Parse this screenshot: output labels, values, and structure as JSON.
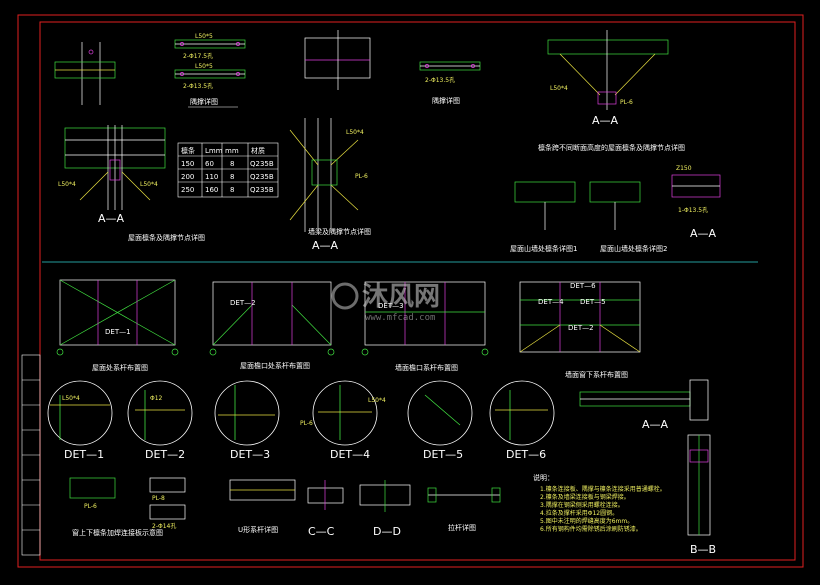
{
  "watermark": {
    "brand": "沐风网",
    "url": "www.mfcad.com"
  },
  "top_row": {
    "spacer_title": "隅撑详图",
    "spacer_labels": [
      "L50*5",
      "2-Φ17.5孔",
      "L50*5",
      "2-Φ13.5孔"
    ],
    "roof_purlin_title": "屋面檩条及隅撑节点详图",
    "roof_purlin_section": "A—A",
    "table": {
      "headers": [
        "檩条",
        "Lmm",
        "mm",
        "材质"
      ],
      "rows": [
        [
          "150",
          "60",
          "8",
          "Q235B"
        ],
        [
          "200",
          "110",
          "8",
          "Q235B"
        ],
        [
          "250",
          "160",
          "8",
          "Q235B"
        ]
      ]
    },
    "wall_title": "墙梁及隅撑节点详图",
    "wall_section": "A—A",
    "wall_labels": [
      "L50*4",
      "PL-6"
    ],
    "brace_title": "隅撑详图",
    "brace_label": "2-Φ13.5孔",
    "ridge_title": "檩条跨不同断面高度的屋面檩条及隅撑节点详图",
    "ridge_section": "A—A",
    "ridge_labels": [
      "L50*4",
      "PL-6"
    ],
    "gable1_title": "屋面山墙处檩条详图1",
    "gable2_title": "屋面山墙处檩条详图2",
    "gable_section": "A—A",
    "gable_labels": [
      "Z150",
      "1-Φ13.5孔"
    ]
  },
  "middle_row": {
    "plan1_title": "屋面处系杆布置图",
    "plan1_label": "DET—1",
    "plan2_title": "屋面檐口处系杆布置图",
    "plan2_label": "DET—2",
    "plan3_title": "墙面檐口系杆布置图",
    "plan3_label": "DET—3",
    "plan4_title": "墙面窗下系杆布置图",
    "plan4_labels": [
      "DET—6",
      "DET—4",
      "DET—5",
      "DET—2"
    ]
  },
  "details": {
    "labels": [
      "DET—1",
      "DET—2",
      "DET—3",
      "DET—4",
      "DET—5",
      "DET—6"
    ],
    "section_a": "A—A",
    "notes": [
      "L50*4",
      "Φ12",
      "PL-6",
      "L50*4"
    ]
  },
  "bottom_row": {
    "window_title": "窗上下檩条加焊连接板示意图",
    "window_labels": [
      "PL-6",
      "PL-8",
      "2-Φ14孔"
    ],
    "u_tie_title": "U形系杆详图",
    "cc_label": "C—C",
    "dd_label": "D—D",
    "tie_rod_title": "拉杆详图",
    "bb_label": "B—B",
    "notes_heading": "说明：",
    "notes_lines": [
      "1.檩条连接板、隅撑与檩条连接采用普通螺栓。",
      "2.檩条及墙梁连接板与钢梁焊接。",
      "3.隅撑在钢梁侧采用螺栓连接。",
      "4.拉条及撑杆采用Φ12圆钢。",
      "5.图中未注明的焊缝高度为6mm。",
      "6.所有钢构件均需除锈后涂刷防锈漆。"
    ]
  },
  "colors": {
    "frame": "#e02020",
    "line_white": "#ffffff",
    "line_green": "#40e040",
    "line_cyan": "#30d0d0",
    "line_yellow": "#e8e040",
    "line_magenta": "#e040e0"
  }
}
